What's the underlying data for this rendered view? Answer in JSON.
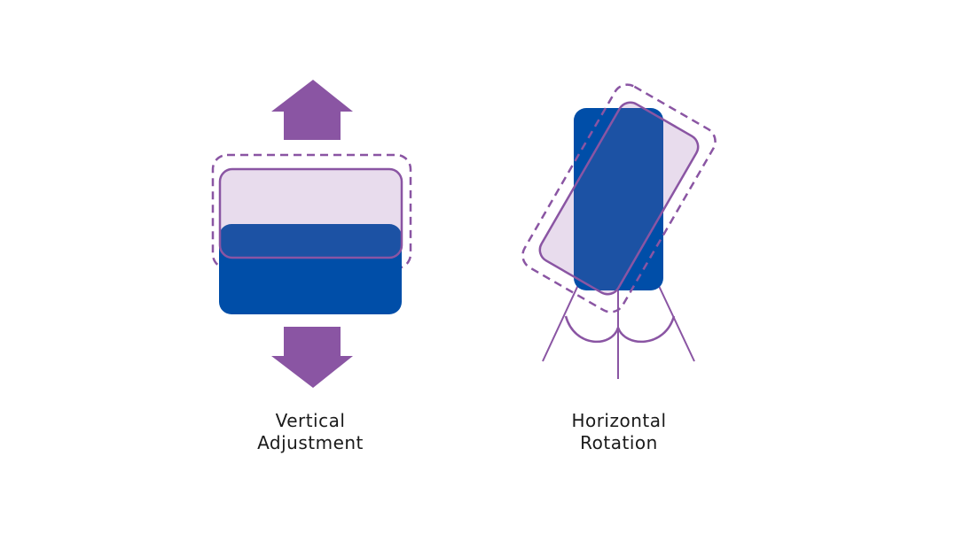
{
  "colors": {
    "purple": "#8a55a3",
    "lavender": "#e8dced",
    "blue_dark": "#004ea8",
    "blue_overlap": "#1c52a4",
    "background": "#ffffff"
  },
  "panels": {
    "vertical": {
      "caption_line1": "Vertical",
      "caption_line2": "Adjustment",
      "icons": [
        "up-arrow-icon",
        "down-arrow-icon"
      ]
    },
    "horizontal": {
      "caption_line1": "Horizontal",
      "caption_line2": "Rotation",
      "rotation_angle_deg": 30
    }
  }
}
